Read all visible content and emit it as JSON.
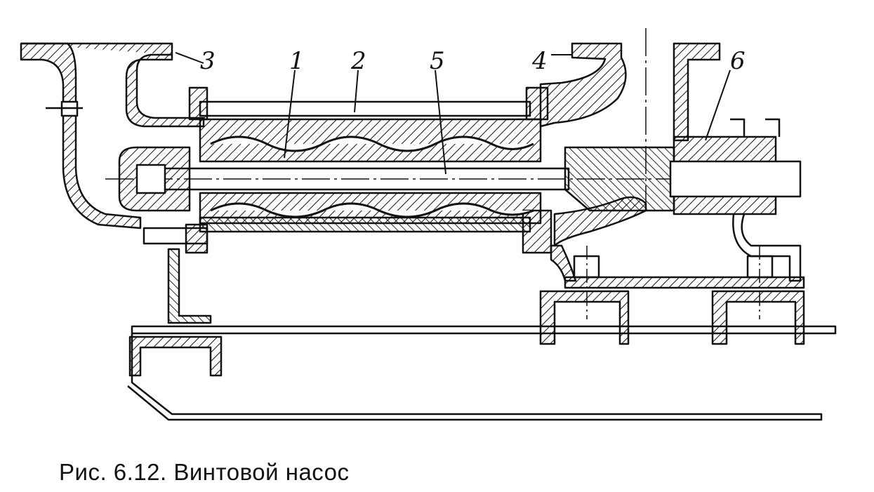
{
  "caption": "Рис. 6.12. Винтовой насос",
  "callouts": {
    "c1": "1",
    "c2": "2",
    "c3": "3",
    "c4": "4",
    "c5": "5",
    "c6": "6"
  }
}
